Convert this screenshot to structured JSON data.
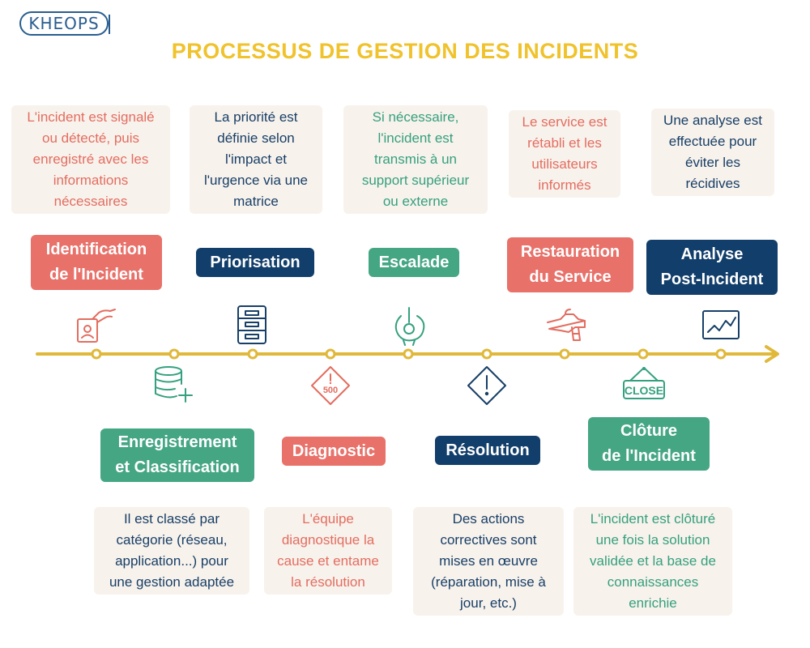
{
  "brand": {
    "logo_text": "KHEOPS"
  },
  "title": "PROCESSUS DE GESTION DES INCIDENTS",
  "colors": {
    "title": "#f0c22b",
    "coral": "#e8716a",
    "navy": "#123e6b",
    "green": "#45a684",
    "timeline": "#e0b83a"
  },
  "steps": [
    {
      "label": [
        "Identification",
        "de l'Incident"
      ],
      "color": "coral",
      "icon": "id-card-hand-icon",
      "description": [
        "L'incident est signalé",
        "ou détecté, puis",
        "enregistré avec les",
        "informations",
        "nécessaires"
      ]
    },
    {
      "label": [
        "Enregistrement",
        "et Classification"
      ],
      "color": "green",
      "icon": "database-add-icon",
      "description": [
        "Il est classé par",
        "catégorie (réseau,",
        "application...) pour",
        "une gestion adaptée"
      ]
    },
    {
      "label": [
        "Priorisation"
      ],
      "color": "navy",
      "icon": "filing-cabinet-icon",
      "description": [
        "La priorité est",
        "définie selon",
        "l'impact et",
        "l'urgence via une",
        "matrice"
      ]
    },
    {
      "label": [
        "Diagnostic"
      ],
      "color": "coral",
      "icon": "error-500-icon",
      "description": [
        "L'équipe",
        "diagnostique la",
        "cause et entame",
        "la résolution"
      ]
    },
    {
      "label": [
        "Escalade"
      ],
      "color": "green",
      "icon": "escalation-icon",
      "description": [
        "Si nécessaire,",
        "l'incident est",
        "transmis à un",
        "support supérieur",
        "ou externe"
      ]
    },
    {
      "label": [
        "Résolution"
      ],
      "color": "navy",
      "icon": "warning-diamond-icon",
      "description": [
        "Des actions",
        "correctives sont",
        "mises en œuvre",
        "(réparation, mise à",
        "jour, etc.)"
      ]
    },
    {
      "label": [
        "Restauration",
        "du Service"
      ],
      "color": "coral",
      "icon": "repair-tool-icon",
      "description": [
        "Le service est",
        "rétabli et les",
        "utilisateurs",
        "informés"
      ]
    },
    {
      "label": [
        "Clôture",
        "de l'Incident"
      ],
      "color": "green",
      "icon": "close-sign-icon",
      "description": [
        "L'incident est clôturé",
        "une fois la solution",
        "validée et la base de",
        "connaissances",
        "enrichie"
      ]
    },
    {
      "label": [
        "Analyse",
        "Post-Incident"
      ],
      "color": "navy",
      "icon": "analytics-chart-icon",
      "description": [
        "Une analyse est",
        "effectuée pour",
        "éviter les",
        "récidives"
      ]
    }
  ],
  "icon_text": {
    "error_code": "500",
    "close_sign": "CLOSE"
  }
}
